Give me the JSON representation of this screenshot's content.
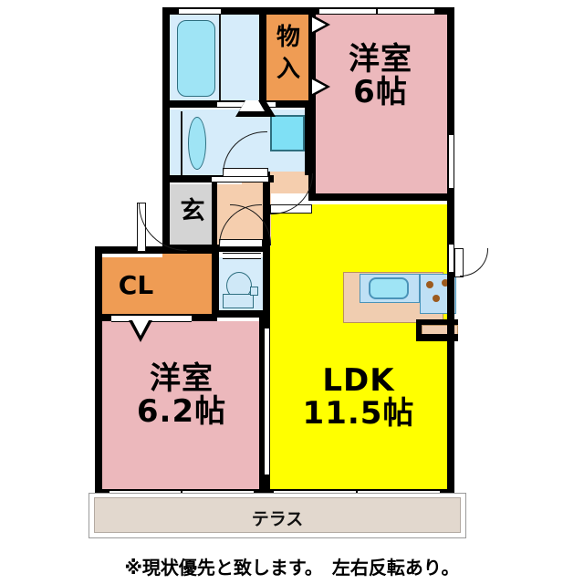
{
  "document": {
    "type": "floor-plan",
    "language": "ja",
    "note": "※現状優先と致します。　左右反転あり。"
  },
  "colors": {
    "wall": "#000000",
    "bedroom_pink": "#ECB8BC",
    "ldk_yellow": "#FFFF00",
    "closet_orange": "#EF9C54",
    "hall_peach": "#F5CEAE",
    "bath_lightblue": "#D6ECFA",
    "water_blue": "#9FE4F5",
    "genkan_gray": "#D4D4D4",
    "terrace_beige": "#E2D8CE",
    "background": "#FFFFFF"
  },
  "rooms": [
    {
      "key": "bedroom_top",
      "name": "洋室",
      "size": "6帖",
      "label": "洋室\n6帖",
      "color": "#ECB8BC"
    },
    {
      "key": "bedroom_bottom",
      "name": "洋室",
      "size": "6.2帖",
      "label": "洋室\n6.2帖",
      "color": "#ECB8BC"
    },
    {
      "key": "ldk",
      "name": "LDK",
      "size": "11.5帖",
      "label": "LDK\n11.5帖",
      "color": "#FFFF00"
    },
    {
      "key": "storage",
      "name": "物入",
      "size": "",
      "label": "物\n入",
      "color": "#EF9C54"
    },
    {
      "key": "closet",
      "name": "CL",
      "size": "",
      "label": "CL",
      "color": "#EF9C54"
    },
    {
      "key": "entrance",
      "name": "玄",
      "size": "",
      "label": "玄",
      "color": "#D4D4D4"
    },
    {
      "key": "terrace",
      "name": "テラス",
      "size": "",
      "label": "テラス",
      "color": "#E2D8CE"
    }
  ],
  "labels": {
    "bedroom_top": "洋室\n6帖",
    "bedroom_bottom": "洋室\n6.2帖",
    "ldk": "LDK\n11.5帖",
    "storage": "物\n入",
    "closet": "CL",
    "entrance": "玄",
    "terrace": "テラス",
    "note": "※現状優先と致します。　左右反転あり。"
  },
  "fixtures": [
    {
      "key": "bathtub",
      "name": "浴槽"
    },
    {
      "key": "washbasin",
      "name": "洗面台"
    },
    {
      "key": "washer_space",
      "name": "洗濯機置場"
    },
    {
      "key": "toilet",
      "name": "トイレ"
    },
    {
      "key": "kitchen_sink",
      "name": "キッチンシンク"
    },
    {
      "key": "stove",
      "name": "コンロ",
      "burners": 3
    }
  ]
}
